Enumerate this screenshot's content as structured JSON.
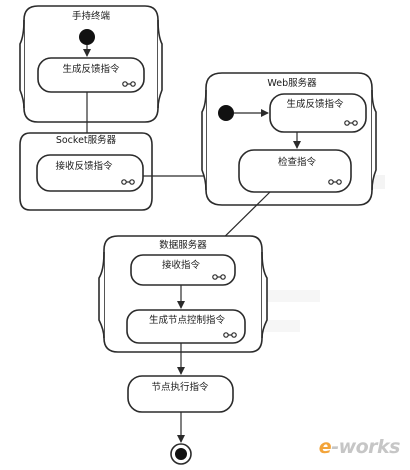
{
  "partitions": {
    "handheld": "手持终端",
    "socket": "Socket服务器",
    "web": "Web服务器",
    "data": "数据服务器"
  },
  "actions": {
    "handheld_generate": "生成反馈指令",
    "socket_receive": "接收反馈指令",
    "web_generate": "生成反馈指令",
    "web_check": "检查指令",
    "data_receive": "接收指令",
    "data_generate_control": "生成节点控制指令",
    "node_execute": "节点执行指令"
  },
  "watermark": {
    "accent": "e",
    "rest": "-works"
  },
  "colors": {
    "line": "#2b2b2b",
    "watermark_accent": "#f3a43a",
    "watermark": "#c6c6c6"
  }
}
